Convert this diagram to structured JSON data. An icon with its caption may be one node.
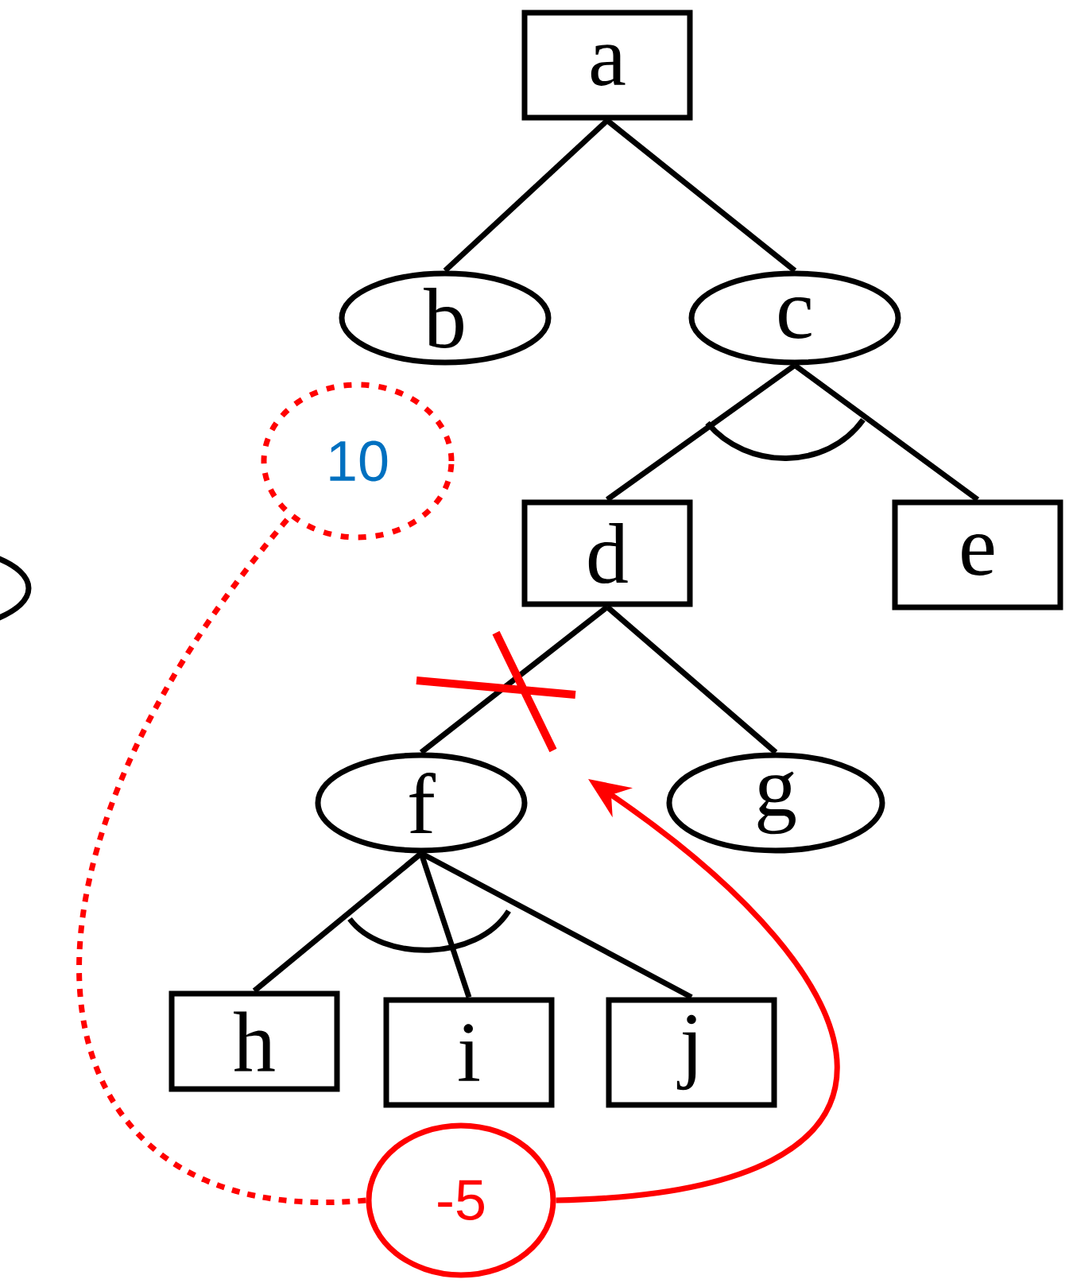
{
  "diagram": {
    "nodes": [
      {
        "text": [
          "a"
        ]
      },
      {
        "text": [
          "b"
        ]
      },
      {
        "text": [
          "c"
        ]
      },
      {
        "text": [],
        "shape": "ellipse"
      },
      {
        "text": [
          "d"
        ]
      },
      {
        "text": [
          "e"
        ]
      },
      {
        "text": [
          "f"
        ]
      },
      {
        "text": [
          "g"
        ]
      },
      {
        "text": [
          "h"
        ]
      },
      {
        "text": [
          "i"
        ]
      },
      {
        "text": [
          "j"
        ]
      },
      {
        "text": [
          "10"
        ]
      },
      {
        "text": [
          "-5"
        ]
      }
    ],
    "edges": [
      {
        "from": 0,
        "to": 1,
        "arrow": "none"
      },
      {
        "from": 0,
        "to": 2,
        "arrow": "none"
      },
      {
        "from": 2,
        "to": 4,
        "arrow": "none"
      },
      {
        "from": 2,
        "to": 5,
        "arrow": "none"
      },
      {
        "from": 4,
        "to": 6,
        "arrow": "none"
      },
      {
        "from": 4,
        "to": 7,
        "arrow": "none"
      },
      {
        "from": 6,
        "to": 8,
        "arrow": "none"
      },
      {
        "from": 6,
        "to": 9,
        "arrow": "none"
      },
      {
        "from": 6,
        "to": 10,
        "arrow": "none"
      },
      {
        "from": 12,
        "to": 11,
        "arrow": "none",
        "style": "dashed",
        "color": "#ff0000"
      },
      {
        "from": 12,
        "to": null,
        "arrow": "to",
        "color": "#ff0000"
      }
    ]
  }
}
